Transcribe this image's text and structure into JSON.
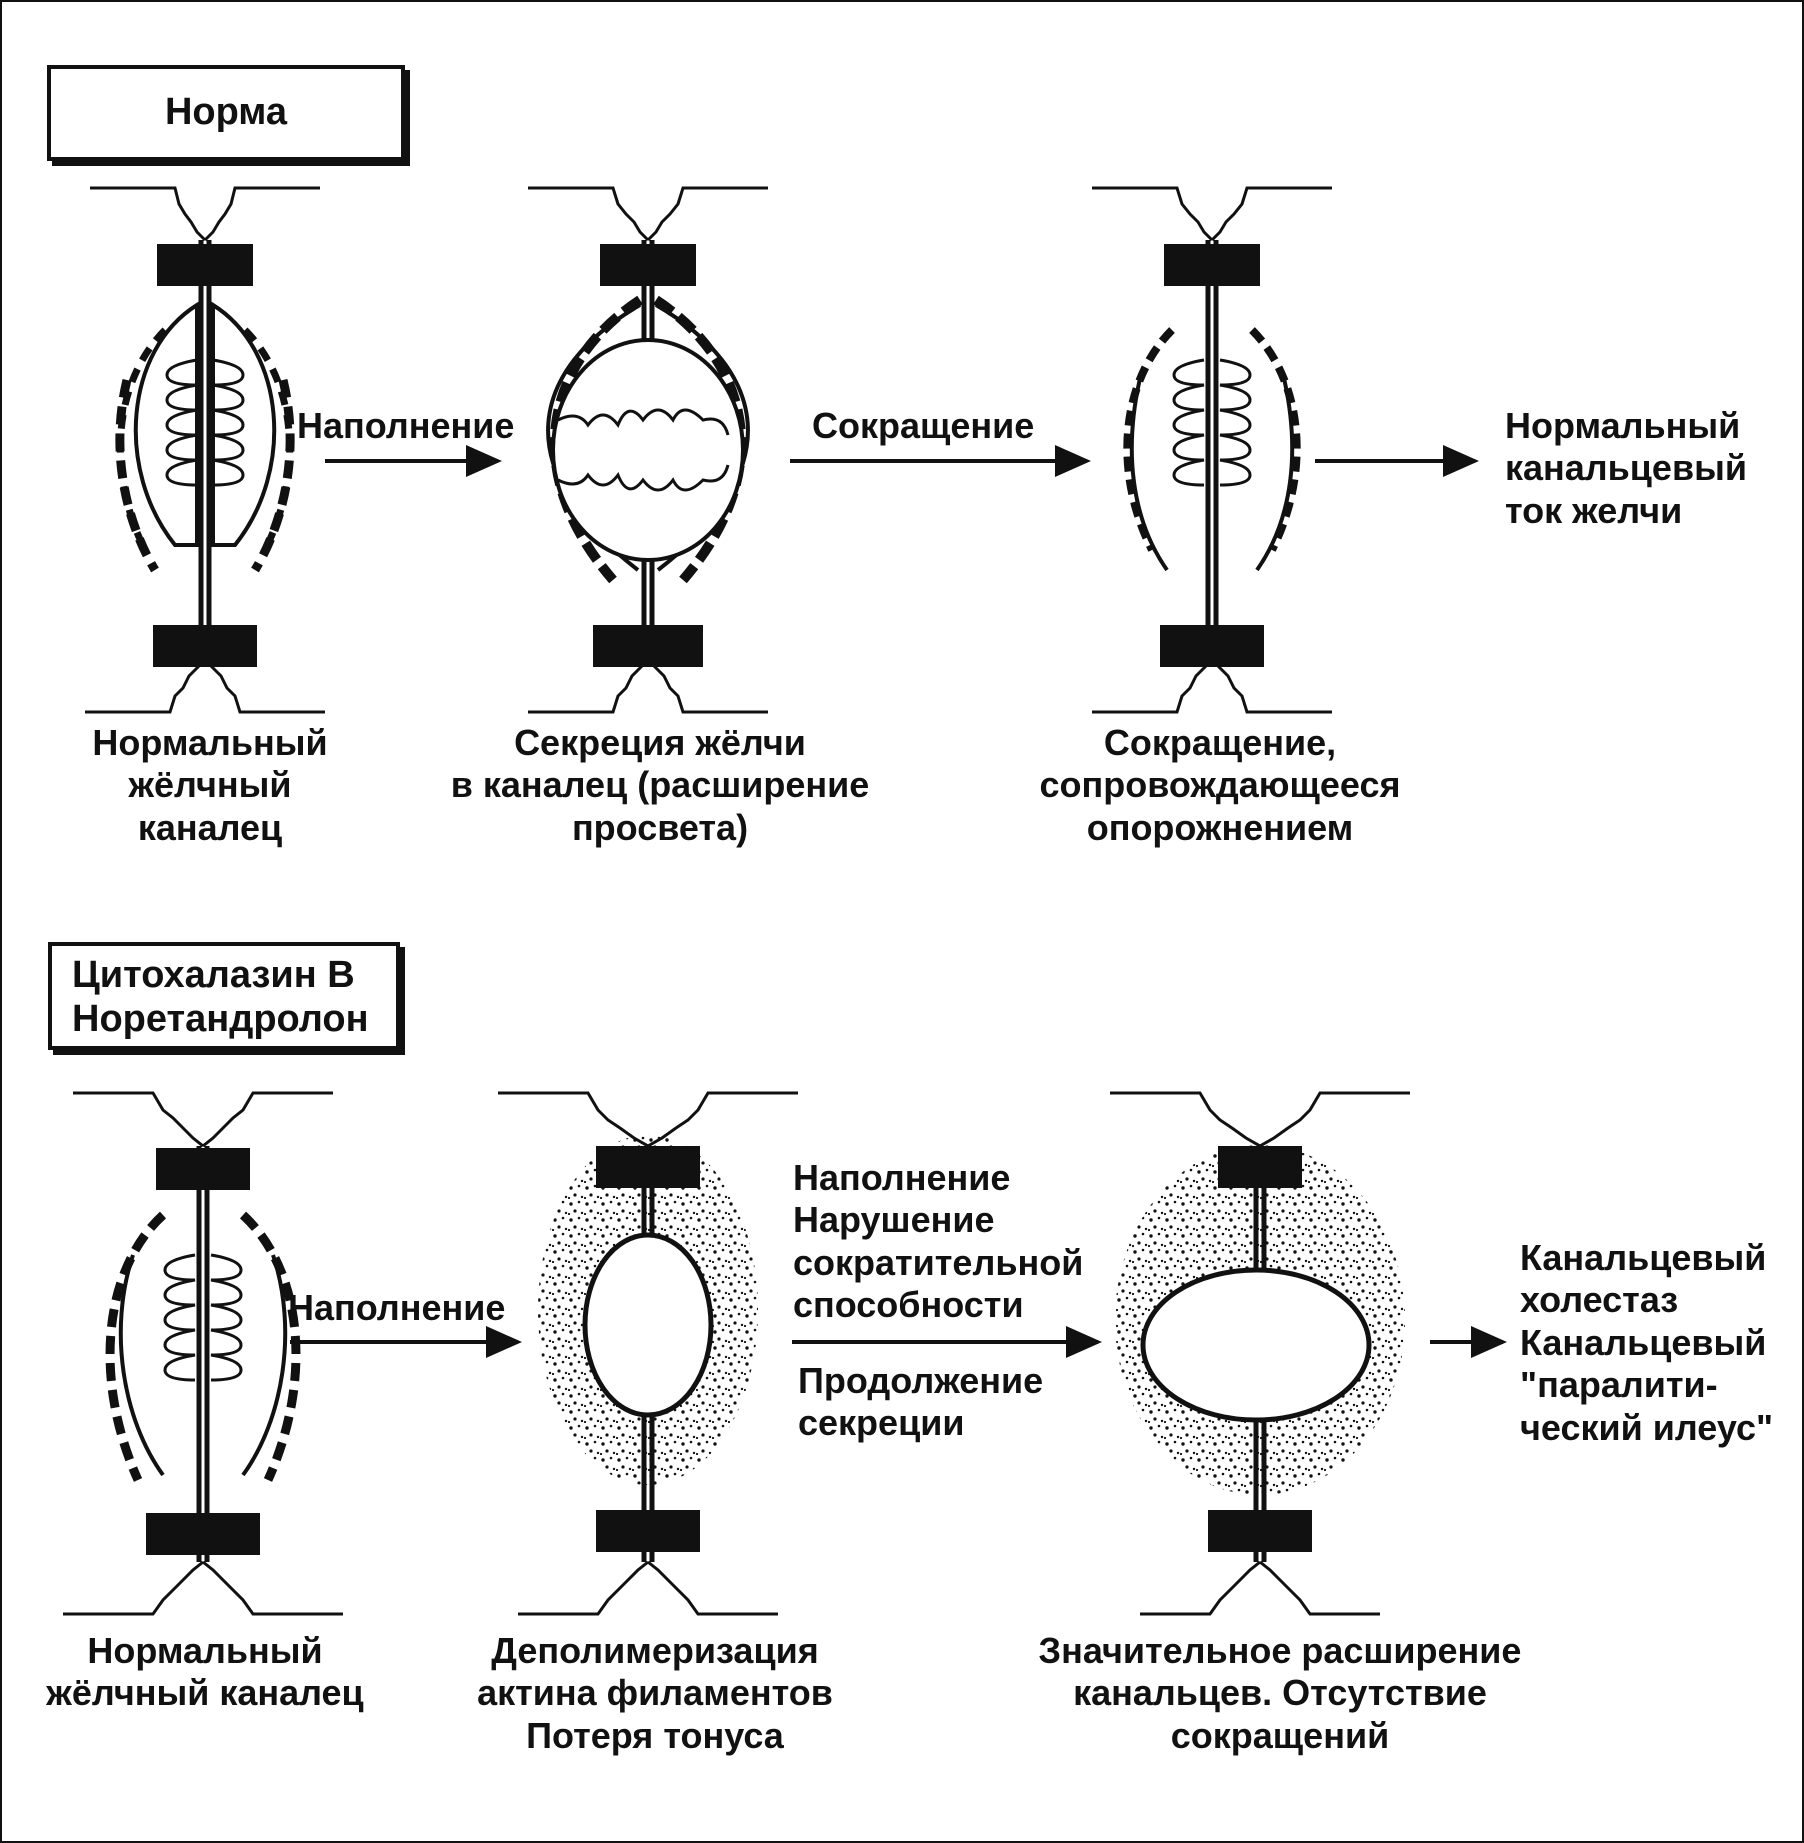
{
  "panels": {
    "normal": {
      "title": "Норма",
      "arrow1_label": "Наполнение",
      "arrow2_label": "Сокращение",
      "result": [
        "Нормальный",
        "канальцевый",
        "ток желчи"
      ],
      "captions": [
        [
          "Нормальный",
          "жёлчный",
          "каналец"
        ],
        [
          "Секреция жёлчи",
          "в каналец (расширение",
          "просвета)"
        ],
        [
          "Сокращение,",
          "сопровождающееся",
          "опорожнением"
        ]
      ]
    },
    "drug": {
      "title": [
        "Цитохалазин В",
        "Норетандролон"
      ],
      "arrow1_label": "Наполнение",
      "arrow2_labels": [
        "Наполнение",
        "Нарушение",
        "сократительной",
        "способности"
      ],
      "arrow2_labels_lower": [
        "Продолжение",
        "секреции"
      ],
      "result": [
        "Канальцевый",
        "холестаз",
        "Канальцевый",
        "\"паралити-",
        "ческий илеус\""
      ],
      "captions": [
        [
          "Нормальный",
          "жёлчный каналец"
        ],
        [
          "Деполимеризация",
          "актина филаментов",
          "Потеря тонуса"
        ],
        [
          "Значительное расширение",
          "канальцев. Отсутствие",
          "сокращений"
        ]
      ]
    }
  },
  "colors": {
    "ink": "#111111",
    "background": "#ffffff"
  }
}
